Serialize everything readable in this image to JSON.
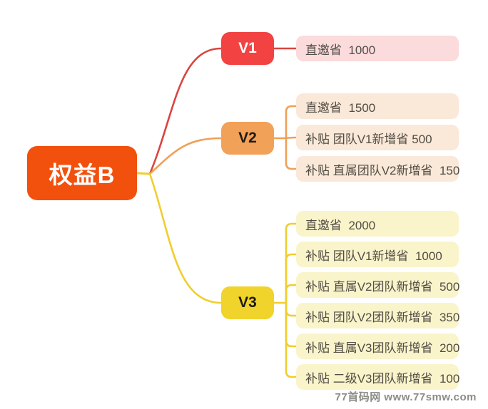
{
  "root": {
    "label": "权益B",
    "bg_color": "#F2500D",
    "text_color": "#FFFFFF"
  },
  "branches": [
    {
      "label": "V1",
      "node_bg": "#F24242",
      "node_text_color": "#FFFFFF",
      "line_color": "#DA4540",
      "leaf_bg": "#FBDBDB",
      "leaves": [
        {
          "text": "直邀省  1000"
        }
      ]
    },
    {
      "label": "V2",
      "node_bg": "#F2A159",
      "node_text_color": "#1E1A14",
      "line_color": "#F0A055",
      "leaf_bg": "#FAE8D8",
      "leaves": [
        {
          "text": "直邀省  1500"
        },
        {
          "text": "补贴 团队V1新增省 500"
        },
        {
          "text": "补贴 直属团队V2新增省  150"
        }
      ]
    },
    {
      "label": "V3",
      "node_bg": "#F0D32B",
      "node_text_color": "#1E1A14",
      "line_color": "#F0CE2E",
      "leaf_bg": "#FAF4CB",
      "leaves": [
        {
          "text": "直邀省  2000"
        },
        {
          "text": "补贴 团队V1新增省  1000"
        },
        {
          "text": "补贴 直属V2团队新增省  500"
        },
        {
          "text": "补贴 团队V2团队新增省  350"
        },
        {
          "text": "补贴 直属V3团队新增省  200"
        },
        {
          "text": "补贴 二级V3团队新增省  100"
        }
      ]
    }
  ],
  "watermark": {
    "text": "77首码网  www.77smw.com"
  }
}
